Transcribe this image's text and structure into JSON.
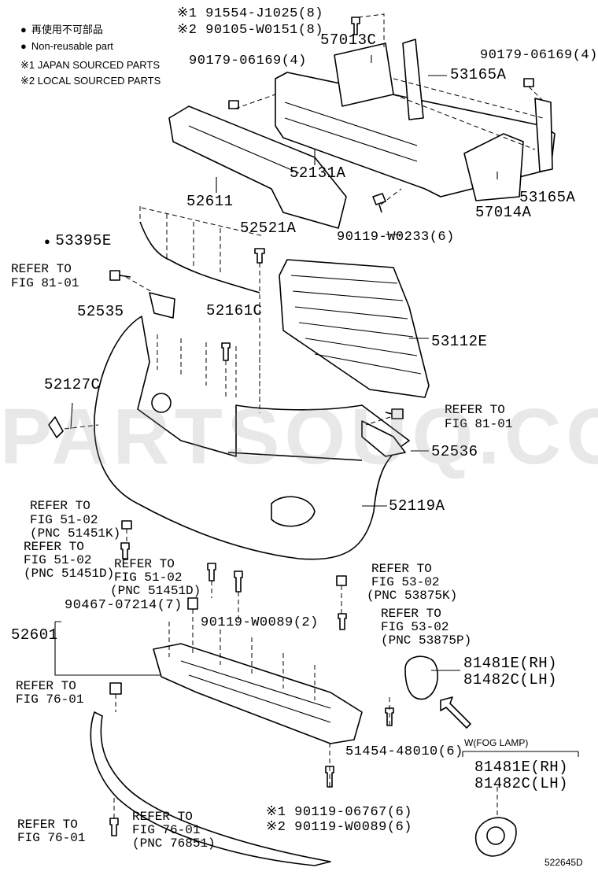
{
  "legend": {
    "non_reusable_jp": "再使用不可部品",
    "non_reusable_en": "Non-reusable part",
    "note1": "※1 JAPAN SOURCED PARTS",
    "note2": "※2 LOCAL SOURCED PARTS"
  },
  "watermark": "PARTSOUQ.COM",
  "diagram_id": "522645D",
  "fog_lamp_label": "W(FOG LAMP)",
  "parts": {
    "p_91554": "※1 91554-J1025(8)",
    "p_90105": "※2 90105-W0151(8)",
    "p_57013C": "57013C",
    "p_90179_l": "90179-06169(4)",
    "p_90179_r": "90179-06169(4)",
    "p_53165A_t": "53165A",
    "p_53165A_b": "53165A",
    "p_52131A": "52131A",
    "p_57014A": "57014A",
    "p_52611": "52611",
    "p_52521A": "52521A",
    "p_90119_w0233": "90119-W0233(6)",
    "p_53395E": "53395E",
    "p_52535": "52535",
    "p_52161C": "52161C",
    "p_53112E": "53112E",
    "p_52127C": "52127C",
    "p_52536": "52536",
    "p_52119A": "52119A",
    "p_52601": "52601",
    "p_90467": "90467-07214(7)",
    "p_90119_w0089_2": "90119-W0089(2)",
    "p_81481E_a": "81481E(RH)",
    "p_81482C_a": "81482C(LH)",
    "p_51454": "51454-48010(6)",
    "p_81481E_b": "81481E(RH)",
    "p_81482C_b": "81482C(LH)",
    "p_90119_06767": "※1 90119-06767(6)",
    "p_90119_w0089_6": "※2 90119-W0089(6)"
  },
  "refs": {
    "r1_a": "REFER TO",
    "r1_b": "FIG 81-01",
    "r2_a": "REFER TO",
    "r2_b": "FIG 81-01",
    "r3_a": "REFER TO",
    "r3_b": "FIG 51-02",
    "r3_c": "(PNC 51451K)",
    "r4_a": "REFER TO",
    "r4_b": "FIG 51-02",
    "r4_c": "(PNC 51451D)",
    "r5_a": "REFER TO",
    "r5_b": "FIG 51-02",
    "r5_c": "(PNC 51451D)",
    "r6_a": "REFER TO",
    "r6_b": "FIG 53-02",
    "r6_c": "(PNC 53875K)",
    "r7_a": "REFER TO",
    "r7_b": "FIG 53-02",
    "r7_c": "(PNC 53875P)",
    "r8_a": "REFER TO",
    "r8_b": "FIG 76-01",
    "r9_a": "REFER TO",
    "r9_b": "FIG 76-01",
    "r10_a": "REFER TO",
    "r10_b": "FIG 76-01",
    "r10_c": "(PNC 76851)"
  }
}
